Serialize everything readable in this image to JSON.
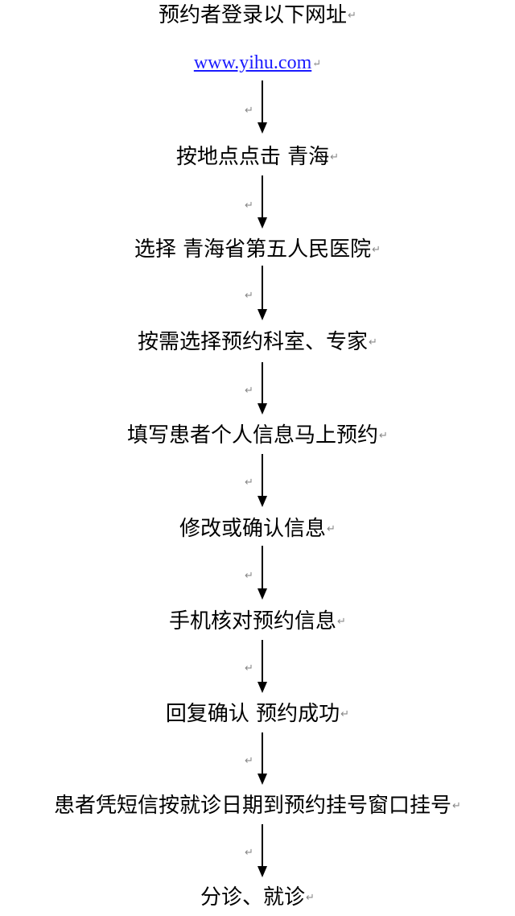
{
  "paragraph_mark": "↵",
  "steps": [
    {
      "label": "预约者登录以下网址"
    },
    {
      "label": "按地点点击 青海"
    },
    {
      "label": "选择 青海省第五人民医院"
    },
    {
      "label": "按需选择预约科室、专家"
    },
    {
      "label": "填写患者个人信息马上预约"
    },
    {
      "label": "修改或确认信息"
    },
    {
      "label": "手机核对预约信息"
    },
    {
      "label": "回复确认 预约成功"
    },
    {
      "label": "患者凭短信按就诊日期到预约挂号窗口挂号"
    },
    {
      "label": "分诊、就诊"
    }
  ],
  "url": {
    "text": "www.yihu.com",
    "color": "#1a1aff"
  }
}
